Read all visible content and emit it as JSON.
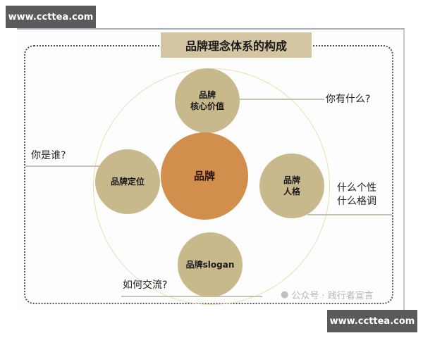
{
  "watermark_top": "www.ccttea.com",
  "watermark_bottom": "www.ccttea.com",
  "title": "品牌理念体系的构成",
  "center": {
    "label": "品牌",
    "color": "#d28e4c"
  },
  "nodes": {
    "top": {
      "line1": "品牌",
      "line2": "核心价值",
      "question": "你有什么?"
    },
    "left": {
      "line1": "品牌定位",
      "question": "你是谁?"
    },
    "right": {
      "line1": "品牌",
      "line2": "人格",
      "question_line1": "什么个性",
      "question_line2": "什么格调"
    },
    "bottom": {
      "line1": "品牌slogan",
      "question": "如何交流?"
    }
  },
  "node_color": "#c8b98d",
  "title_bg": "#d4c5a3",
  "wechat_watermark": "公众号 · 践行者宣言"
}
